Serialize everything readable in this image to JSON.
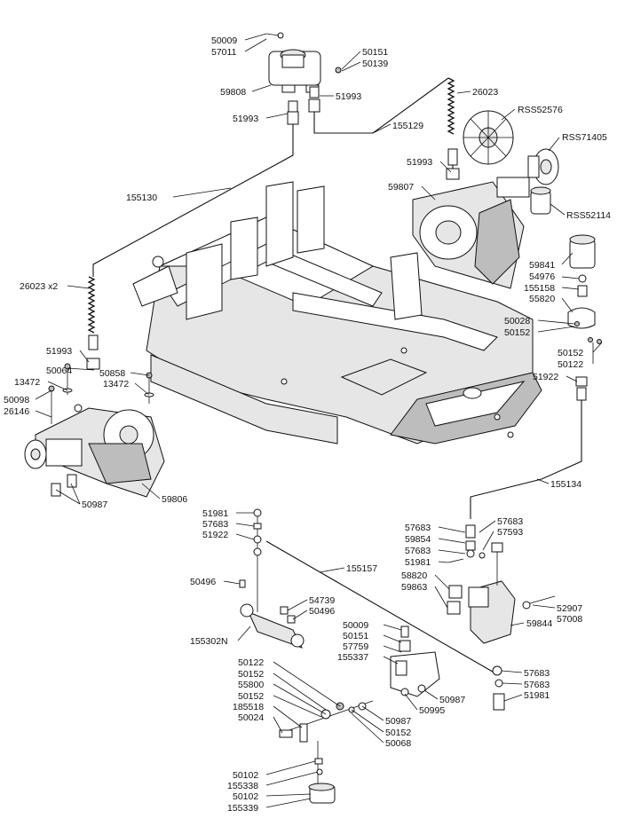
{
  "labels": [
    "50009",
    "57011",
    "50151",
    "50139",
    "59808",
    "51993",
    "51993",
    "155129",
    "26023",
    "RSS52576",
    "RSS71405",
    "51993",
    "59807",
    "RSS52114",
    "155130",
    "59841",
    "54976",
    "155158",
    "55820",
    "26023 x2",
    "50028",
    "50152",
    "51993",
    "50064",
    "50858",
    "13472",
    "13472",
    "50098",
    "26146",
    "50152",
    "50122",
    "51922",
    "59806",
    "50987",
    "155134",
    "51981",
    "57683",
    "57683",
    "51922",
    "57683",
    "59854",
    "57593",
    "57683",
    "51981",
    "155157",
    "50496",
    "54739",
    "50496",
    "58820",
    "59863",
    "52907",
    "57008",
    "155302N",
    "59844",
    "50009",
    "50151",
    "57759",
    "155337",
    "50122",
    "50152",
    "55800",
    "50152",
    "185518",
    "50024",
    "50987",
    "50152",
    "50068",
    "50995",
    "50987",
    "57683",
    "57683",
    "51981",
    "50102",
    "155338",
    "50102",
    "155339"
  ]
}
